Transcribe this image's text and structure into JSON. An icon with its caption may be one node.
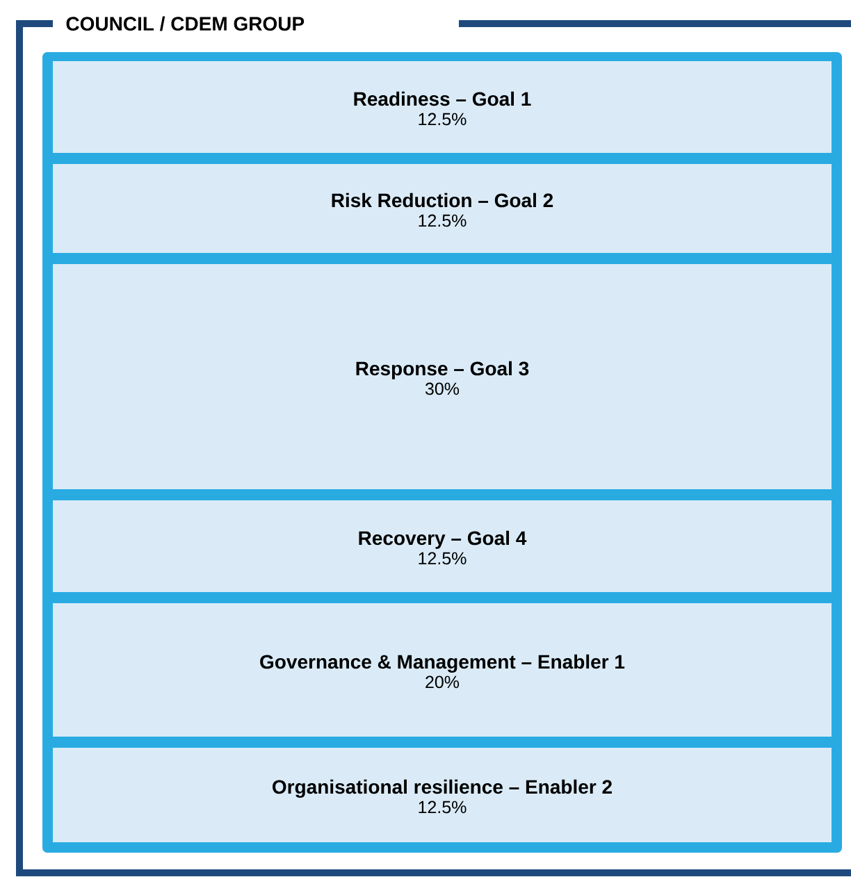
{
  "diagram": {
    "nodes": [
      {
        "text": [
          "COUNCIL / CDEM GROUP"
        ]
      },
      {
        "text": [
          "Readiness – Goal 1",
          "12.5%"
        ],
        "in": 0
      },
      {
        "text": [
          "Risk Reduction – Goal 2",
          "12.5%"
        ],
        "in": 0
      },
      {
        "text": [
          "Response – Goal 3",
          "30%"
        ],
        "in": 0
      },
      {
        "text": [
          "Recovery – Goal 4",
          "12.5%"
        ],
        "in": 0
      },
      {
        "text": [
          "Governance & Management – Enabler 1",
          "20%"
        ],
        "in": 0
      },
      {
        "text": [
          "Organisational resilience – Enabler 2",
          "12.5%"
        ],
        "in": 0
      }
    ]
  }
}
